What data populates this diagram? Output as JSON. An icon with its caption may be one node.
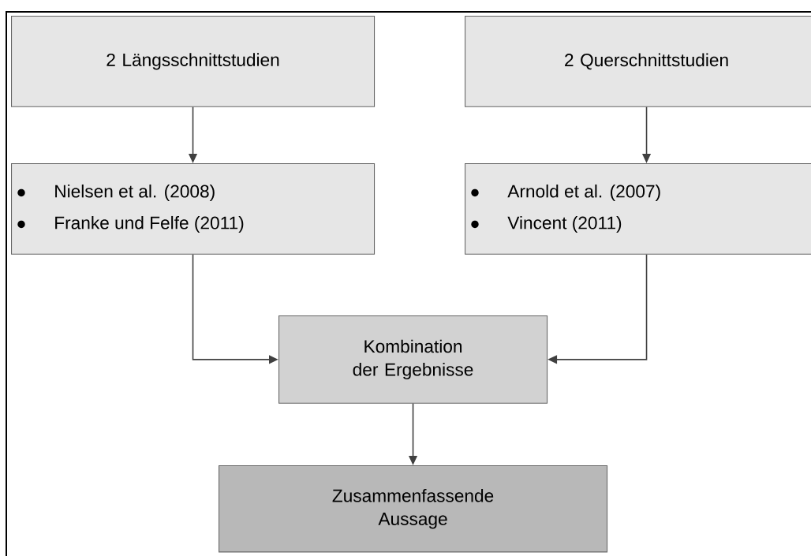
{
  "diagram": {
    "nodes": [
      {
        "text": [
          "2 Längsschnittstudien"
        ]
      },
      {
        "text": [
          "2 Querschnittstudien"
        ]
      },
      {
        "text": [
          "Nielsen et al. (2008)",
          "Franke und Felfe (2011)"
        ]
      },
      {
        "text": [
          "Arnold et al. (2007)",
          "Vincent (2011)"
        ]
      },
      {
        "text": [
          "Kombination der Ergebnisse"
        ]
      },
      {
        "text": [
          "Zusammenfassende Aussage"
        ]
      }
    ],
    "edges": [
      {
        "from": 0,
        "to": 2,
        "arrow": "to"
      },
      {
        "from": 1,
        "to": 3,
        "arrow": "to"
      },
      {
        "from": 2,
        "to": 4,
        "arrow": "to"
      },
      {
        "from": 3,
        "to": 4,
        "arrow": "to"
      },
      {
        "from": 4,
        "to": 5,
        "arrow": "to"
      }
    ]
  }
}
